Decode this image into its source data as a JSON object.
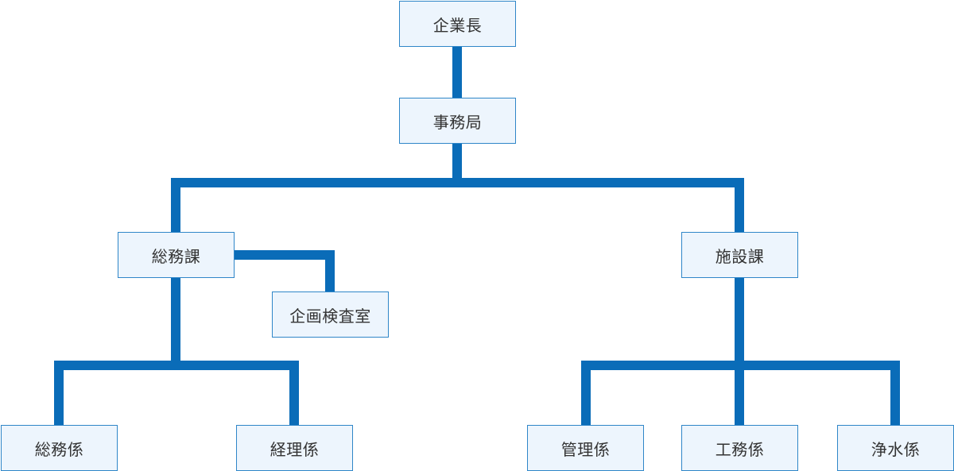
{
  "org_chart": {
    "nodes": {
      "ceo": "企業長",
      "secretariat": "事務局",
      "general_affairs_division": "総務課",
      "facilities_division": "施設課",
      "planning_inspection_office": "企画検査室",
      "general_affairs_section": "総務係",
      "accounting_section": "経理係",
      "management_section": "管理係",
      "works_section": "工務係",
      "water_purification_section": "浄水係"
    },
    "colors": {
      "connector": "#0a6cb8",
      "box_fill": "#edf5fd",
      "box_border": "#2f86c8",
      "text": "#333333"
    }
  }
}
